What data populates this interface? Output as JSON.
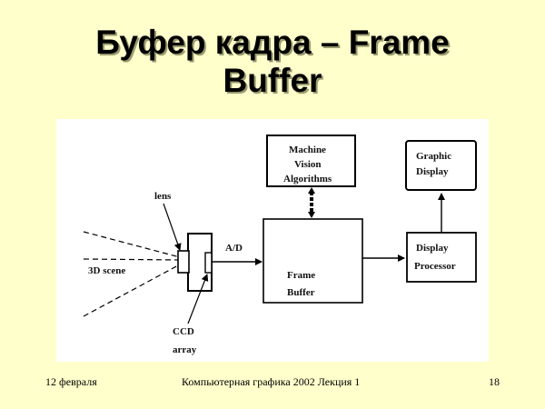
{
  "slide": {
    "title_line1": "Буфер кадра – Frame",
    "title_line2": "Buffer"
  },
  "diagram": {
    "labels": {
      "lens": "lens",
      "scene": "3D scene",
      "ad": "A/D",
      "ccd_line1": "CCD",
      "ccd_line2": "array",
      "frame_buffer_line1": "Frame",
      "frame_buffer_line2": "Buffer",
      "machine_vision_line1": "Machine",
      "machine_vision_line2": "Vision",
      "machine_vision_line3": "Algorithms",
      "graphic_display_line1": "Graphic",
      "graphic_display_line2": "Display",
      "display_processor_line1": "Display",
      "display_processor_line2": "Processor"
    }
  },
  "footer": {
    "date": "12 февраля",
    "course": "Компьютерная графика  2002    Лекция 1",
    "page": "18"
  }
}
